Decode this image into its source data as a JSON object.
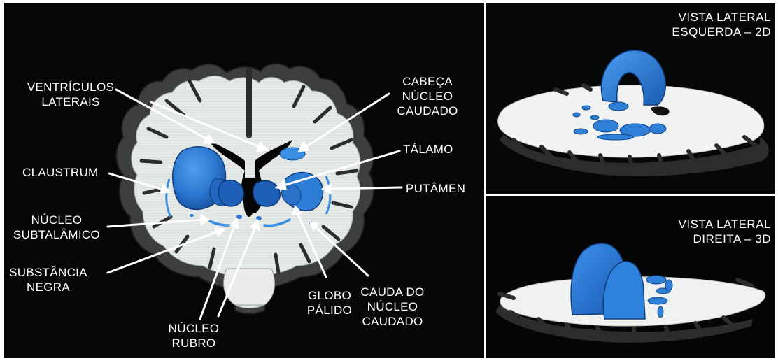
{
  "labels": {
    "ventriculos": "VENTRÍCULOS\nLATERAIS",
    "cabeca": "CABEÇA\nNÚCLEO\nCAUDADO",
    "talamo": "TÁLAMO",
    "claustrum": "CLAUSTRUM",
    "putamen": "PUTÂMEN",
    "subtalamico": "NÚCLEO\nSUBTALÂMICO",
    "substancia": "SUBSTÂNCIA\nNEGRA",
    "globo": "GLOBO\nPÁLIDO",
    "cauda": "CAUDA DO\nNÚCLEO\nCAUDADO",
    "rubro": "NÚCLEO\nRUBRO"
  },
  "views": {
    "top_title": "VISTA LATERAL\nESQUERDA – 2D",
    "bottom_title": "VISTA LATERAL\nDIREITA  – 3D"
  },
  "colors": {
    "model_blue": "#2f7fd6",
    "model_dark_blue": "#1f5fb0",
    "brain_white": "#e8ece9",
    "brain_outline": "#2a2a2a",
    "background": "#050606"
  }
}
